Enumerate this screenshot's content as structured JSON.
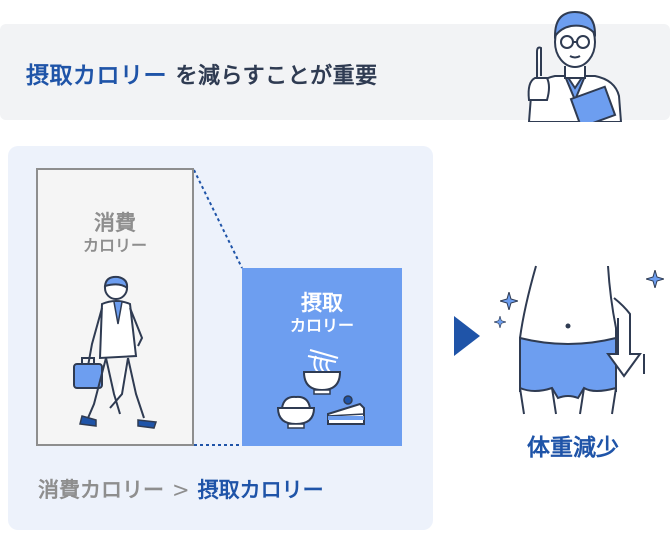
{
  "banner": {
    "title_highlight": "摂取カロリー",
    "title_rest": "を減らすことが重要"
  },
  "diagram": {
    "consumed_label_line1": "消費",
    "consumed_label_line2": "カロリー",
    "intake_label_line1": "摂取",
    "intake_label_line2": "カロリー",
    "comparison_left": "消費カロリー",
    "comparison_symbol": ">",
    "comparison_right": "摂取カロリー",
    "result_label": "体重減少"
  },
  "colors": {
    "accent_blue": "#1f54a8",
    "intake_box": "#6d9ef0",
    "panel_bg": "#edf2fb",
    "gray_text": "#8e8e8e"
  },
  "icons": [
    "doctor-illustration",
    "walking-businessman-icon",
    "noodle-bowl-icon",
    "rice-bowl-icon",
    "cake-icon",
    "arrow-right-icon",
    "waist-icon",
    "sparkle-icon",
    "down-arrow-icon"
  ]
}
